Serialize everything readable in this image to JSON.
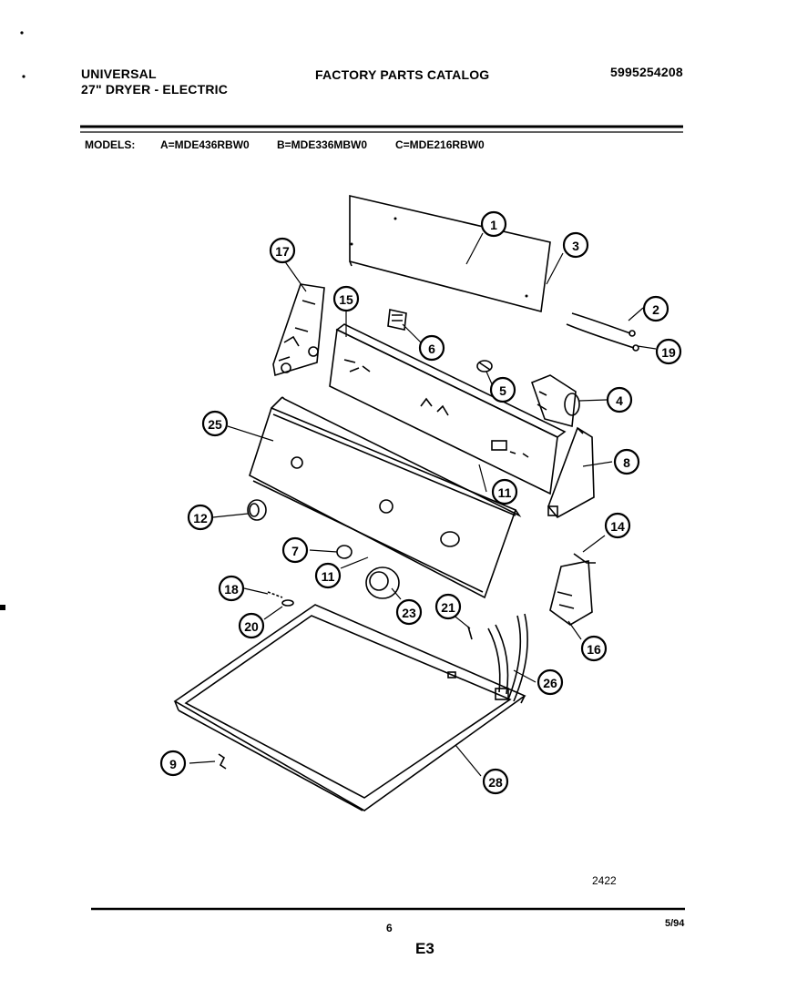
{
  "header": {
    "brand": "UNIVERSAL",
    "product": "27\" DRYER - ELECTRIC",
    "catalog_title": "FACTORY PARTS CATALOG",
    "catalog_number": "5995254208"
  },
  "models": {
    "label": "MODELS:",
    "model_a": "A=MDE436RBW0",
    "model_b": "B=MDE336MBW0",
    "model_c": "C=MDE216RBW0"
  },
  "callouts": [
    {
      "id": "c1",
      "label": "1"
    },
    {
      "id": "c2",
      "label": "2"
    },
    {
      "id": "c3",
      "label": "3"
    },
    {
      "id": "c4",
      "label": "4"
    },
    {
      "id": "c5",
      "label": "5"
    },
    {
      "id": "c6",
      "label": "6"
    },
    {
      "id": "c7",
      "label": "7"
    },
    {
      "id": "c8",
      "label": "8"
    },
    {
      "id": "c9",
      "label": "9"
    },
    {
      "id": "c11a",
      "label": "11"
    },
    {
      "id": "c11b",
      "label": "11"
    },
    {
      "id": "c12",
      "label": "12"
    },
    {
      "id": "c14",
      "label": "14"
    },
    {
      "id": "c15",
      "label": "15"
    },
    {
      "id": "c16",
      "label": "16"
    },
    {
      "id": "c17",
      "label": "17"
    },
    {
      "id": "c18",
      "label": "18"
    },
    {
      "id": "c19",
      "label": "19"
    },
    {
      "id": "c20",
      "label": "20"
    },
    {
      "id": "c21",
      "label": "21"
    },
    {
      "id": "c23",
      "label": "23"
    },
    {
      "id": "c25",
      "label": "25"
    },
    {
      "id": "c26",
      "label": "26"
    },
    {
      "id": "c28",
      "label": "28"
    }
  ],
  "footer": {
    "diagram_number": "2422",
    "page_number": "6",
    "date": "5/94",
    "section": "E3"
  }
}
